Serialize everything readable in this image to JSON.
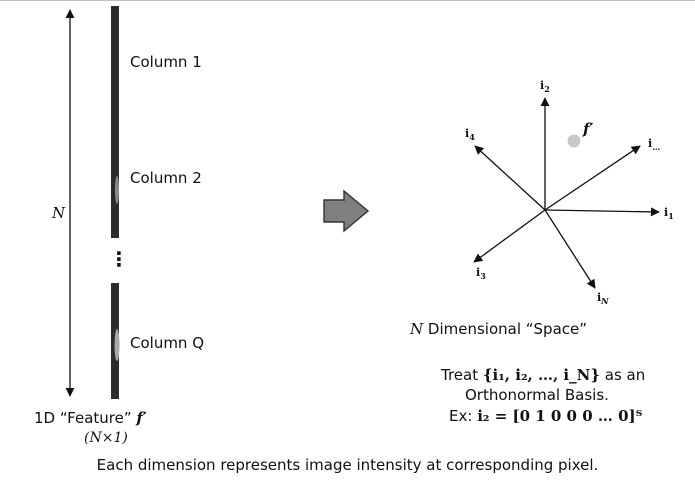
{
  "left": {
    "n_label": "N",
    "columns": [
      "Column 1",
      "Column 2",
      "Column Q"
    ],
    "ellipsis": "⋮",
    "feature_caption": "1D “Feature”",
    "feature_symbol": "f′",
    "feature_size": "(N×1)"
  },
  "right": {
    "axes": [
      {
        "base": "i",
        "sub": "2"
      },
      {
        "base": "i",
        "sub": "4"
      },
      {
        "base": "i",
        "sub": "…"
      },
      {
        "base": "i",
        "sub": "1"
      },
      {
        "base": "i",
        "sub": "3"
      },
      {
        "base": "i",
        "sub": "N"
      }
    ],
    "point_label": "f′",
    "space_title_var": "N",
    "space_title": "Dimensional “Space”",
    "basis_line1_pre": "Treat",
    "basis_set": "{i₁, i₂, …, i_N}",
    "basis_line1_post": "as an",
    "basis_line2": "Orthonormal Basis.",
    "example_pre": "Ex:",
    "example_vec": "i₂ = [0 1 0 0 0 … 0]ᵀ"
  },
  "footer": "Each dimension represents image intensity at corresponding pixel.",
  "colors": {
    "bar": "#2b2b2b",
    "point": "#c8c8c8",
    "arrow_fill": "#7f7f7f"
  }
}
